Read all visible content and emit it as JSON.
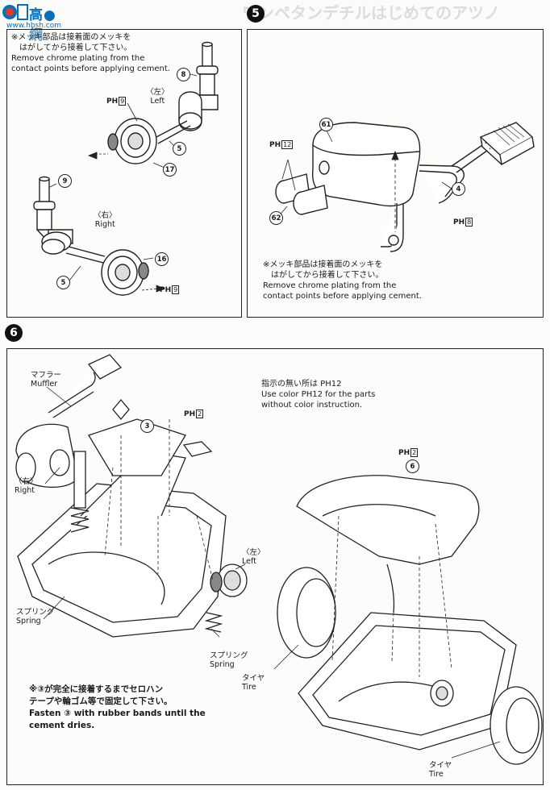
{
  "watermark": {
    "logo_text": "高●網",
    "url": "www.hbsh.com"
  },
  "panel4": {
    "note_lines": [
      "※メッキ部品は接着面のメッキを",
      "　はがしてから接着して下さい。",
      "Remove chrome plating from the",
      "contact points before applying cement."
    ],
    "left_label_jp": "〈左〉",
    "left_label_en": "Left",
    "right_label_jp": "〈右〉",
    "right_label_en": "Right",
    "ph_text": "PH",
    "ph_color_num": "9",
    "ph2_text": "PH",
    "ph2_color_num": "9",
    "parts": [
      "8",
      "5",
      "17",
      "9",
      "16",
      "5"
    ]
  },
  "panel5": {
    "step_number": "5",
    "ph_text": "PH",
    "ph_color_num": "12",
    "ph2_text": "PH",
    "ph2_color_num": "8",
    "parts": [
      "61",
      "62",
      "4"
    ],
    "note_lines": [
      "※メッキ部品は接着面のメッキを",
      "　はがしてから接着して下さい。",
      "Remove chrome plating from the",
      "contact points before applying cement."
    ]
  },
  "panel6": {
    "step_number": "6",
    "muffler_jp": "マフラー",
    "muffler_en": "Muffler",
    "right_jp": "〈右〉",
    "right_en": "Right",
    "left_jp": "〈左〉",
    "left_en": "Left",
    "spring_jp": "スプリング",
    "spring_en": "Spring",
    "spring2_jp": "スプリング",
    "spring2_en": "Spring",
    "tire_jp": "タイヤ",
    "tire_en": "Tire",
    "tire2_jp": "タイヤ",
    "tire2_en": "Tire",
    "ph_text": "PH",
    "ph_color_num": "2",
    "ph2_text": "PH",
    "ph2_color_num": "2",
    "part_3": "3",
    "part_6": "6",
    "color_note_lines": [
      "指示の無い所は PH12",
      "Use color PH12 for the parts",
      "without color instruction."
    ],
    "fasten_note_lines": [
      "※③が完全に接着するまでセロハン",
      "テープや輪ゴム等で固定して下さい。",
      "Fasten ③ with rubber bands until the",
      "cement dries."
    ]
  }
}
